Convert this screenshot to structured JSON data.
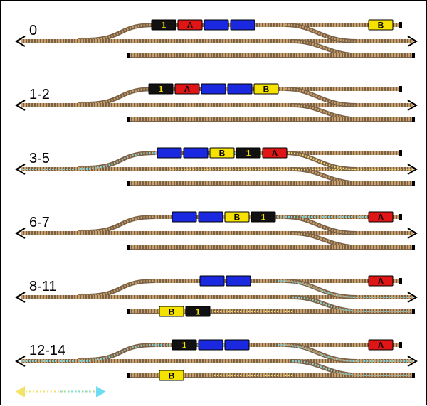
{
  "colors": {
    "rail": "#7a6248",
    "tie": "#c9a06b",
    "path_dot": "#6fdcf2",
    "path_dot_alt": "#f2e36b",
    "car_black": "#111111",
    "car_red": "#e01515",
    "car_blue": "#1a28e0",
    "car_yellow": "#f5e200",
    "text_dark": "#000000",
    "text_light": "#f5e200"
  },
  "legend": {
    "icon": "dotted-double-arrow-icon"
  },
  "steps": [
    {
      "label": "0",
      "consists": [
        {
          "track": "siding",
          "cars": [
            {
              "kind": "engine",
              "color": "black",
              "text": "1"
            },
            {
              "kind": "car",
              "color": "red",
              "text": "A"
            },
            {
              "kind": "car",
              "color": "blue",
              "text": ""
            },
            {
              "kind": "car",
              "color": "blue",
              "text": ""
            }
          ]
        },
        {
          "track": "siding-end",
          "cars": [
            {
              "kind": "car",
              "color": "yellow",
              "text": "B"
            }
          ]
        }
      ],
      "active_path": "none"
    },
    {
      "label": "1-2",
      "consists": [
        {
          "track": "siding",
          "cars": [
            {
              "kind": "engine",
              "color": "black",
              "text": "1"
            },
            {
              "kind": "car",
              "color": "red",
              "text": "A"
            },
            {
              "kind": "car",
              "color": "blue",
              "text": ""
            },
            {
              "kind": "car",
              "color": "blue",
              "text": ""
            },
            {
              "kind": "car",
              "color": "yellow",
              "text": "B"
            }
          ]
        }
      ],
      "active_path": "none"
    },
    {
      "label": "3-5",
      "consists": [
        {
          "track": "siding",
          "cars": [
            {
              "kind": "car",
              "color": "blue",
              "text": ""
            },
            {
              "kind": "car",
              "color": "blue",
              "text": ""
            },
            {
              "kind": "car",
              "color": "yellow",
              "text": "B"
            },
            {
              "kind": "engine",
              "color": "black",
              "text": "1"
            },
            {
              "kind": "car",
              "color": "red",
              "text": "A"
            }
          ]
        }
      ],
      "active_path": "main-left"
    },
    {
      "label": "6-7",
      "consists": [
        {
          "track": "siding",
          "cars": [
            {
              "kind": "car",
              "color": "blue",
              "text": ""
            },
            {
              "kind": "car",
              "color": "blue",
              "text": ""
            },
            {
              "kind": "car",
              "color": "yellow",
              "text": "B"
            },
            {
              "kind": "engine",
              "color": "black",
              "text": "1"
            }
          ]
        },
        {
          "track": "siding-end",
          "cars": [
            {
              "kind": "car",
              "color": "red",
              "text": "A"
            }
          ]
        }
      ],
      "active_path": "siding-right"
    },
    {
      "label": "8-11",
      "consists": [
        {
          "track": "siding",
          "cars": [
            {
              "kind": "car",
              "color": "blue",
              "text": ""
            },
            {
              "kind": "car",
              "color": "blue",
              "text": ""
            }
          ]
        },
        {
          "track": "siding-end",
          "cars": [
            {
              "kind": "car",
              "color": "red",
              "text": "A"
            }
          ]
        },
        {
          "track": "lower",
          "cars": [
            {
              "kind": "car",
              "color": "yellow",
              "text": "B"
            },
            {
              "kind": "engine",
              "color": "black",
              "text": "1"
            }
          ]
        }
      ],
      "active_path": "crossover"
    },
    {
      "label": "12-14",
      "consists": [
        {
          "track": "siding",
          "cars": [
            {
              "kind": "engine",
              "color": "black",
              "text": "1"
            },
            {
              "kind": "car",
              "color": "blue",
              "text": ""
            },
            {
              "kind": "car",
              "color": "blue",
              "text": ""
            }
          ]
        },
        {
          "track": "siding-end",
          "cars": [
            {
              "kind": "car",
              "color": "red",
              "text": "A"
            }
          ]
        },
        {
          "track": "lower",
          "cars": [
            {
              "kind": "car",
              "color": "yellow",
              "text": "B"
            }
          ]
        }
      ],
      "active_path": "full"
    }
  ]
}
